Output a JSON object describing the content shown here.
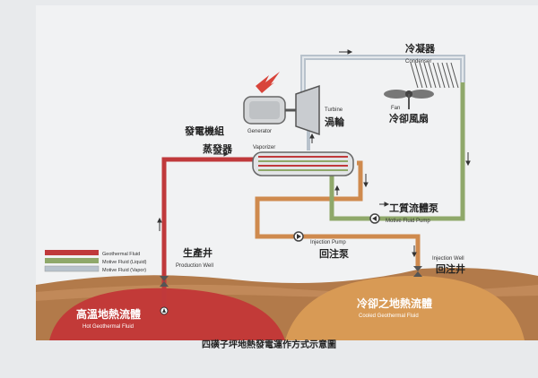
{
  "labels": {
    "condenser_zh": "冷凝器",
    "condenser_en": "Condenser",
    "fan_en": "Fan",
    "cooling_fan_zh": "冷卻風扇",
    "turbine_en": "Turbine",
    "turbine_zh": "渦輪",
    "generator_en": "Generator",
    "generator_zh": "發電機組",
    "vaporizer_zh": "蒸發器",
    "vaporizer_en": "Vaporizer",
    "motive_pump_zh": "工質流體泵",
    "motive_pump_en": "Motive Fluid Pump",
    "injection_pump_en": "Injection Pump",
    "injection_pump_zh": "回注泵",
    "injection_well_en": "Injection Well",
    "injection_well_zh": "回注井",
    "production_well_zh": "生產井",
    "production_well_en": "Production Well",
    "hot_fluid_zh": "高溫地熱流體",
    "hot_fluid_en": "Hot Geothermal Fluid",
    "cooled_fluid_zh": "冷卻之地熱流體",
    "cooled_fluid_en": "Cooled Geothermal Fluid",
    "caption": "四磺子坪地熱發電運作方式示意圖"
  },
  "legend": [
    {
      "label": "Geothermal Fluid",
      "color": "#c0393b"
    },
    {
      "label": "Motive Fluid (Liquid)",
      "color": "#8fa86a"
    },
    {
      "label": "Motive Fluid (Vapor)",
      "color": "#b8c2cc"
    }
  ],
  "colors": {
    "geothermal": "#c0393b",
    "cooled": "#cf8a4e",
    "liquid": "#8fa86a",
    "vapor": "#b8c2cc",
    "hot_zone": "#c23a38",
    "cool_zone": "#d89a55",
    "ground": "#b27a4a"
  }
}
